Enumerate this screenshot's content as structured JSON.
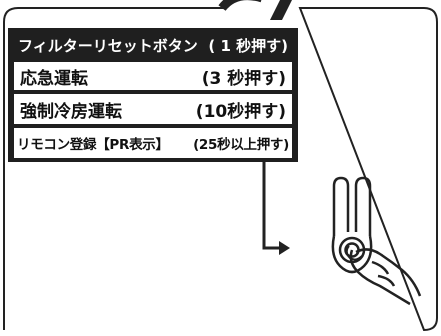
{
  "menu": {
    "items": [
      {
        "label": "フィルターリセットボタン",
        "hold": "( 1 秒押す)"
      },
      {
        "label": "応急運転",
        "hold": "(3 秒押す)"
      },
      {
        "label": "強制冷房運転",
        "hold": "(10秒押す)"
      },
      {
        "label": "リモコン登録【PR表示】",
        "hold": "(25秒以上押す)"
      }
    ]
  },
  "colors": {
    "panel": "#1f1f1f",
    "text_light": "#ffffff",
    "text_dark": "#111111"
  }
}
